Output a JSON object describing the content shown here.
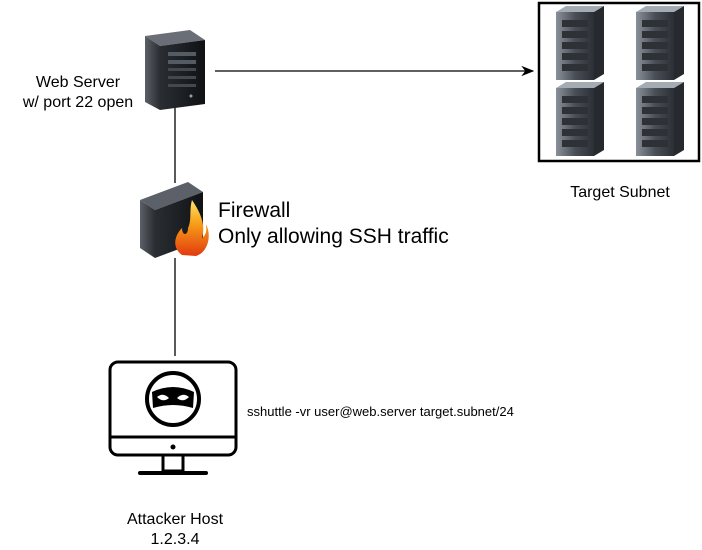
{
  "nodes": {
    "web_server": {
      "label_line1": "Web Server",
      "label_line2": "w/ port 22 open",
      "icon": "server-tower-icon"
    },
    "firewall": {
      "label_line1": "Firewall",
      "label_line2": "Only allowing SSH traffic",
      "icon": "firewall-icon"
    },
    "attacker": {
      "label_line1": "Attacker Host",
      "label_line2": "1.2.3.4",
      "icon": "monitor-ninja-icon"
    },
    "target": {
      "label": "Target Subnet",
      "icon": "server-rack-icon"
    }
  },
  "command": "sshuttle -vr user@web.server target.subnet/24",
  "colors": {
    "line": "#000000",
    "server_dark": "#1c1f24",
    "server_mid": "#3a3f47",
    "flame": "#f0a010"
  }
}
